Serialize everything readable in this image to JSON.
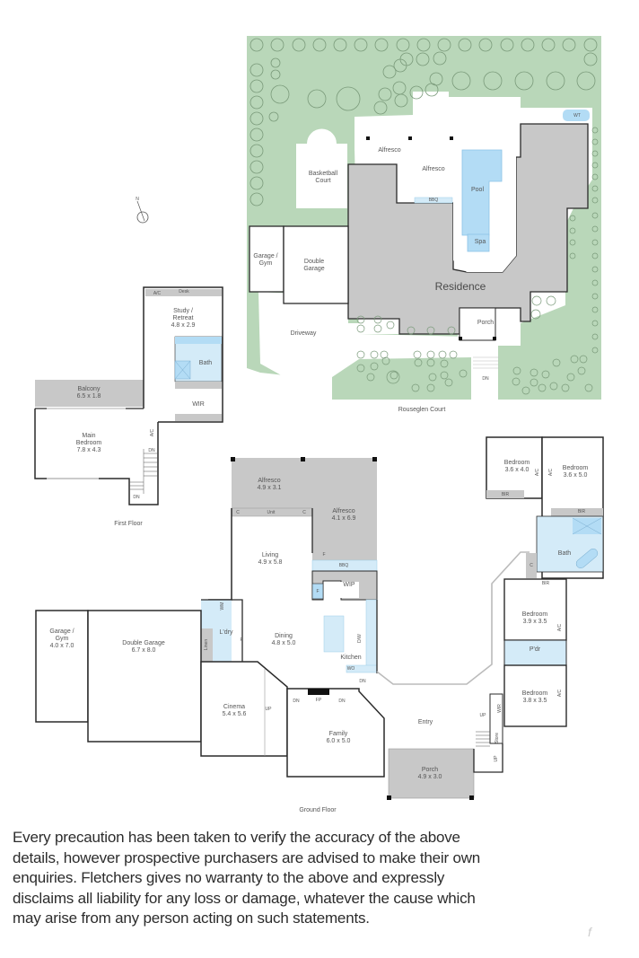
{
  "colors": {
    "lawn": "#b9d7b9",
    "building_roof": "#c8c8c8",
    "water": "#b3dcf5",
    "wet_area": "#d4ebf8",
    "wall": "#2a2a2a",
    "label": "#555555"
  },
  "site_plan": {
    "street": "Rouseglen Court",
    "areas": [
      {
        "name": "Alfresco"
      },
      {
        "name": "Alfresco"
      },
      {
        "name": "Pool"
      },
      {
        "name": "Spa"
      },
      {
        "name": "WT"
      },
      {
        "name": "BBQ"
      },
      {
        "name": "Basketball Court"
      },
      {
        "name": "Garage / Gym"
      },
      {
        "name": "Double Garage"
      },
      {
        "name": "Residence"
      },
      {
        "name": "Porch"
      },
      {
        "name": "Driveway"
      }
    ],
    "labels": {
      "alfresco1": "Alfresco",
      "alfresco2": "Alfresco",
      "pool": "Pool",
      "spa": "Spa",
      "wt": "WT",
      "bbq": "BBQ",
      "basketball_l1": "Basketball",
      "basketball_l2": "Court",
      "garage_gym_l1": "Garage /",
      "garage_gym_l2": "Gym",
      "double_garage_l1": "Double",
      "double_garage_l2": "Garage",
      "residence": "Residence",
      "porch": "Porch",
      "driveway": "Driveway",
      "street": "Rouseglen Court",
      "dn": "DN"
    }
  },
  "compass": {
    "label": "N"
  },
  "first_floor": {
    "caption": "First Floor",
    "rooms": [
      {
        "name": "Study / Retreat",
        "size": "4.8 x 2.9"
      },
      {
        "name": "Bath",
        "size": ""
      },
      {
        "name": "WIR",
        "size": ""
      },
      {
        "name": "Balcony",
        "size": "6.5 x 1.8"
      },
      {
        "name": "Main Bedroom",
        "size": "7.8 x 4.3"
      }
    ],
    "labels": {
      "ac": "A/C",
      "desk": "Desk",
      "study_l1": "Study /",
      "study_l2": "Retreat",
      "study_size": "4.8 x 2.9",
      "bath": "Bath",
      "wir": "WIR",
      "balcony": "Balcony",
      "balcony_size": "6.5 x 1.8",
      "main_l1": "Main",
      "main_l2": "Bedroom",
      "main_size": "7.8 x 4.3",
      "ac2": "A/C",
      "dn1": "DN",
      "dn2": "DN"
    }
  },
  "ground_floor": {
    "caption": "Ground Floor",
    "rooms": [
      {
        "name": "Alfresco",
        "size": "4.9 x 3.1"
      },
      {
        "name": "Alfresco",
        "size": "4.1 x 6.9"
      },
      {
        "name": "Living",
        "size": "4.9 x 5.8"
      },
      {
        "name": "WIP",
        "size": ""
      },
      {
        "name": "Dining",
        "size": "4.8 x 5.0"
      },
      {
        "name": "Kitchen",
        "size": ""
      },
      {
        "name": "L'dry",
        "size": ""
      },
      {
        "name": "Garage / Gym",
        "size": "4.0 x 7.0"
      },
      {
        "name": "Double Garage",
        "size": "6.7 x 8.0"
      },
      {
        "name": "Cinema",
        "size": "5.4 x 5.6"
      },
      {
        "name": "Family",
        "size": "6.0 x 5.0"
      },
      {
        "name": "Entry",
        "size": ""
      },
      {
        "name": "Porch",
        "size": "4.9 x 3.0"
      },
      {
        "name": "Bedroom",
        "size": "3.6 x 4.0"
      },
      {
        "name": "Bedroom",
        "size": "3.6 x 5.0"
      },
      {
        "name": "Bath",
        "size": ""
      },
      {
        "name": "Bedroom",
        "size": "3.9 x 3.5"
      },
      {
        "name": "P'dr",
        "size": ""
      },
      {
        "name": "Bedroom",
        "size": "3.8 x 3.5"
      },
      {
        "name": "Store",
        "size": ""
      },
      {
        "name": "WIR",
        "size": ""
      }
    ],
    "labels": {
      "alf1": "Alfresco",
      "alf1_size": "4.9 x 3.1",
      "alf2": "Alfresco",
      "alf2_size": "4.1 x 6.9",
      "unit": "Unit",
      "c": "C",
      "living": "Living",
      "living_size": "4.9 x 5.8",
      "f": "F",
      "bbq": "BBQ",
      "wip": "WIP",
      "dining": "Dining",
      "dining_size": "4.8 x 5.0",
      "kitchen": "Kitchen",
      "dw": "D/W",
      "wo": "WO",
      "ldry": "L'dry",
      "wm": "WM",
      "linen": "Linen",
      "gg_l1": "Garage /",
      "gg_l2": "Gym",
      "gg_size": "4.0 x 7.0",
      "dg": "Double Garage",
      "dg_size": "6.7 x 8.0",
      "cinema": "Cinema",
      "cinema_size": "5.4 x 5.6",
      "up": "UP",
      "dn": "DN",
      "fp": "FP",
      "family": "Family",
      "family_size": "6.0 x 5.0",
      "entry": "Entry",
      "porch": "Porch",
      "porch_size": "4.9 x 3.0",
      "bed1": "Bedroom",
      "bed1_size": "3.6 x 4.0",
      "bed2": "Bedroom",
      "bed2_size": "3.6 x 5.0",
      "ac": "A/C",
      "bir": "BIR",
      "bath": "Bath",
      "bed3": "Bedroom",
      "bed3_size": "3.9 x 3.5",
      "pdr": "P'dr",
      "bed4": "Bedroom",
      "bed4_size": "3.8 x 3.5",
      "wir": "WIR",
      "store": "Store"
    }
  },
  "disclaimer": "Every precaution has been taken to verify the accuracy of the above details, however prospective purchasers are advised to make their own enquiries. Fletchers gives no warranty to the above and expressly disclaims all liability for any loss or damage, whatever the cause which may arise from any person acting on such statements.",
  "watermark": "f"
}
